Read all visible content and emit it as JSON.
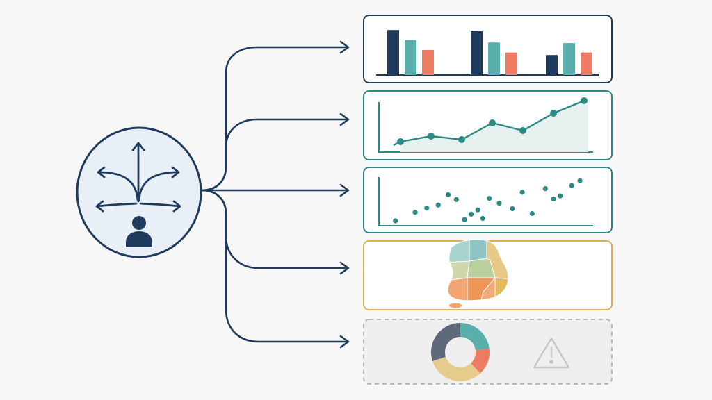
{
  "colors": {
    "background": "#f7f7f7",
    "navy": "#1e3a5c",
    "teal": "#5aafad",
    "teal_dark": "#2a8a86",
    "coral": "#ee7c62",
    "gold": "#e5b85c",
    "slate": "#5e6a7a",
    "gray_dashed": "#b8b8b8",
    "hub_fill": "#e9eff7",
    "warning_gray": "#c6c6c6"
  },
  "hub": {
    "icon": "person-with-diverging-arrows-icon"
  },
  "connectors": [
    {
      "target": "bar-chart-panel",
      "icon": "arrow-right-icon"
    },
    {
      "target": "line-chart-panel",
      "icon": "arrow-right-icon"
    },
    {
      "target": "scatter-plot-panel",
      "icon": "arrow-right-icon"
    },
    {
      "target": "choropleth-map-panel",
      "icon": "arrow-right-icon"
    },
    {
      "target": "donut-chart-panel",
      "icon": "arrow-right-icon"
    }
  ],
  "panels": [
    {
      "name": "bar-chart-panel",
      "border": "navy",
      "style": "solid"
    },
    {
      "name": "line-chart-panel",
      "border": "teal_dark",
      "style": "solid"
    },
    {
      "name": "scatter-plot-panel",
      "border": "teal_dark",
      "style": "solid"
    },
    {
      "name": "choropleth-map-panel",
      "border": "gold",
      "style": "solid"
    },
    {
      "name": "donut-chart-panel",
      "border": "gray_dashed",
      "style": "dashed"
    }
  ],
  "chart_data": [
    {
      "type": "bar",
      "categories": [
        "",
        "",
        ""
      ],
      "series": [
        {
          "color": "#1e3a5c",
          "values": [
            72,
            70,
            32
          ]
        },
        {
          "color": "#5aafad",
          "values": [
            56,
            52,
            51
          ]
        },
        {
          "color": "#ee7c62",
          "values": [
            40,
            36,
            36
          ]
        }
      ],
      "ylim": [
        0,
        80
      ],
      "axes": "baseline only",
      "grid": false
    },
    {
      "type": "area",
      "x": [
        1,
        2,
        3,
        4,
        5,
        6,
        7
      ],
      "values": [
        15,
        23,
        18,
        42,
        31,
        56,
        74
      ],
      "ylim": [
        0,
        80
      ],
      "marker": "circle",
      "grid": false
    },
    {
      "type": "scatter",
      "x": [
        1.0,
        2.2,
        2.9,
        3.6,
        4.2,
        4.7,
        5.2,
        5.6,
        6.0,
        6.3,
        6.7,
        7.3,
        8.1,
        8.7,
        9.3,
        10.1,
        10.6,
        11.0,
        11.7,
        12.2
      ],
      "y": [
        8,
        22,
        29,
        34,
        51,
        43,
        10,
        19,
        26,
        12,
        45,
        37,
        28,
        55,
        20,
        61,
        44,
        49,
        66,
        74
      ],
      "xlim": [
        0,
        13
      ],
      "ylim": [
        0,
        80
      ],
      "grid": false
    },
    {
      "type": "map",
      "regions": [
        "northwest",
        "north-center",
        "northeast",
        "west",
        "central",
        "east",
        "southwest",
        "south-center",
        "southeast",
        "island"
      ],
      "colors": [
        "#a9d3cf",
        "#8fc4c5",
        "#e8c887",
        "#cfd6a9",
        "#b9cf9c",
        "#e5b85c",
        "#f2a572",
        "#ee9558",
        "#f0a977",
        "#f2a572"
      ]
    },
    {
      "type": "pie",
      "donut": true,
      "values": [
        23,
        15,
        32,
        30
      ],
      "colors": [
        "#5aafad",
        "#ee7c62",
        "#e5cb8c",
        "#5e6a7a"
      ]
    }
  ],
  "warning": {
    "icon": "warning-triangle-icon"
  }
}
